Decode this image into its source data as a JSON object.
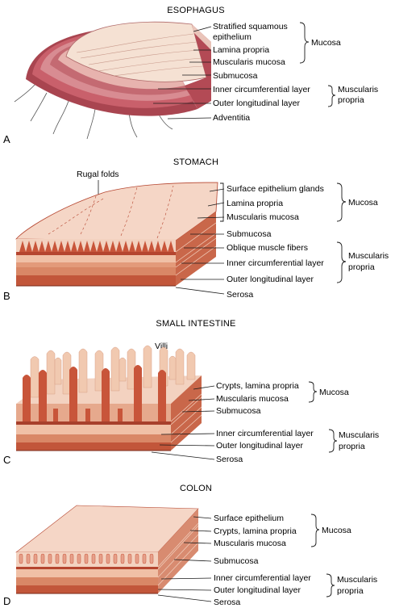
{
  "panels": [
    {
      "letter": "A",
      "title": "ESOPHAGUS",
      "labels": [
        "Stratified squamous",
        "epithelium",
        "Lamina propria",
        "Muscularis mucosa",
        "Submucosa",
        "Inner circumferential layer",
        "Outer longitudinal layer",
        "Adventitia"
      ],
      "groups": [
        [
          "Mucosa"
        ],
        [
          "Muscularis",
          "propria"
        ]
      ]
    },
    {
      "letter": "B",
      "title": "STOMACH",
      "callout": "Rugal folds",
      "labels": [
        "Surface epithelium glands",
        "Lamina propria",
        "Muscularis mucosa",
        "Submucosa",
        "Oblique muscle fibers",
        "Inner circumferential layer",
        "Outer longitudinal layer",
        "Serosa"
      ],
      "groups": [
        [
          "Mucosa"
        ],
        [
          "Muscularis",
          "propria"
        ]
      ]
    },
    {
      "letter": "C",
      "title": "SMALL INTESTINE",
      "callout": "Villi",
      "labels": [
        "Crypts, lamina propria",
        "Muscularis mucosa",
        "Submucosa",
        "Inner circumferential layer",
        "Outer longitudinal layer",
        "Serosa"
      ],
      "groups": [
        [
          "Mucosa"
        ],
        [
          "Muscularis",
          "propria"
        ]
      ]
    },
    {
      "letter": "D",
      "title": "COLON",
      "labels": [
        "Surface epithelium",
        "Crypts, lamina propria",
        "Muscularis mucosa",
        "Submucosa",
        "Inner circumferential layer",
        "Outer longitudinal layer",
        "Serosa"
      ],
      "groups": [
        [
          "Mucosa"
        ],
        [
          "Muscularis",
          "propria"
        ]
      ]
    }
  ],
  "colors": {
    "mucosa_surface": "#f3d2c0",
    "mucosa_edge": "#b5452f",
    "crypt_red": "#c8553a",
    "submucosa": "#f0c0a6",
    "muscle_inner": "#d98766",
    "muscle_outer": "#c2563a",
    "serosa": "#a8402c",
    "esophagus_wall": "#c05a63"
  }
}
